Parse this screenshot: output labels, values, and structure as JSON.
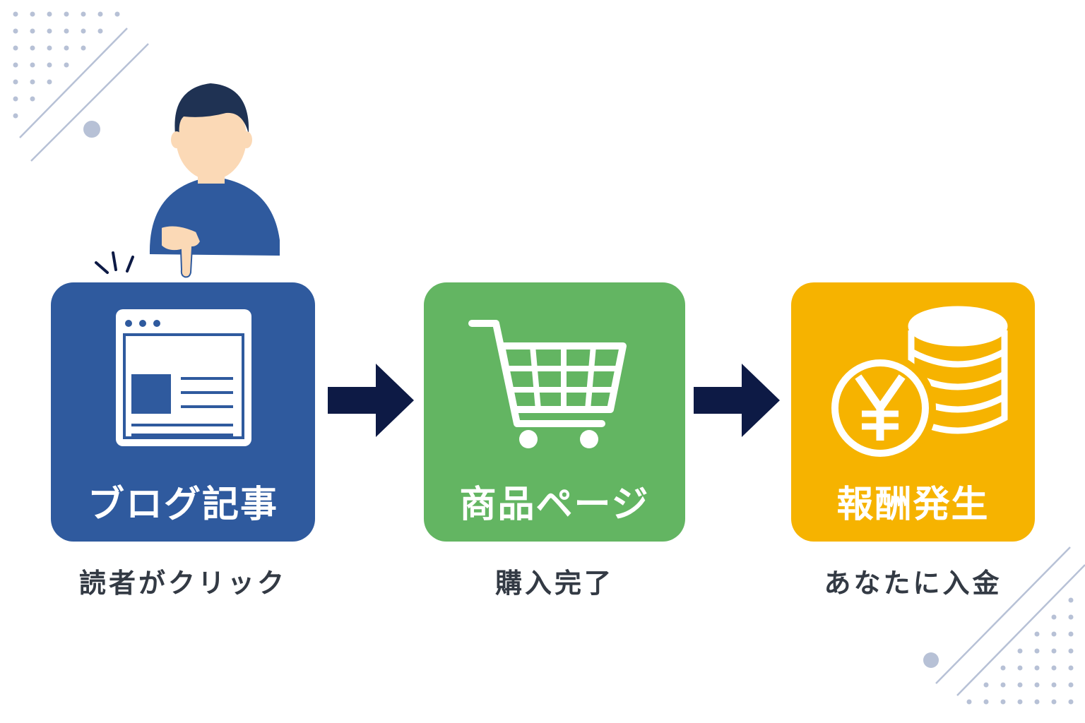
{
  "colors": {
    "blue": "#2f5a9e",
    "green": "#63b562",
    "yellow": "#f6b300",
    "navy": "#0d1a45",
    "deco": "#b7c1d6"
  },
  "steps": [
    {
      "title": "ブログ記事",
      "caption": "読者がクリック",
      "icon": "browser-window-icon"
    },
    {
      "title": "商品ページ",
      "caption": "購入完了",
      "icon": "shopping-cart-icon"
    },
    {
      "title": "報酬発生",
      "caption": "あなたに入金",
      "icon": "yen-coins-icon"
    }
  ]
}
